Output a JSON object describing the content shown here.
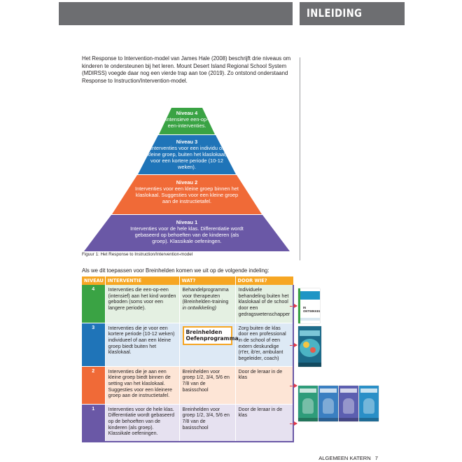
{
  "header": {
    "section_title": "INLEIDING"
  },
  "intro": {
    "paragraph": "Het Response to Intervention-model van James Hale (2008) beschrijft drie niveaus om kinderen te ondersteunen bij het leren. Mount Desert Island Regional School System (MDIRSS) voegde daar nog een vierde trap aan toe (2019). Zo ontstond onderstaand Response to Instruction/Intervention-model."
  },
  "pyramid": {
    "tiers": [
      {
        "level": "Niveau 4",
        "text": "Intensieve een-op-een-interventies."
      },
      {
        "level": "Niveau 3",
        "text": "Interventies voor een individu of kleine groep, buiten het klaslokaal, voor een kortere periode (10-12 weken)."
      },
      {
        "level": "Niveau 2",
        "text": "Interventies voor een kleine groep binnen het klaslokaal. Suggesties voor een kleine groep aan de instructietafel."
      },
      {
        "level": "Niveau 1",
        "text": "Interventies voor de hele klas. Differentiatie wordt gebaseerd op behoeften van de kinderen (als groep). Klassikale oefeningen."
      }
    ],
    "colors": {
      "niveau4": "#3aa344",
      "niveau3": "#1f74b8",
      "niveau2": "#f06a37",
      "niveau1": "#6a58a6"
    },
    "caption": "Figuur 1: Het Response to Instruction/Intervention-model"
  },
  "lead": "Als we dit toepassen voor Breinhelden komen we uit op de volgende indeling:",
  "table": {
    "headers": [
      "NIVEAU",
      "INTERVENTIE",
      "WAT?",
      "DOOR WIE?"
    ],
    "header_color": "#f6a623",
    "rows": [
      {
        "niveau": "4",
        "interventie": "Interventies die een-op-een (intensief) aan het kind worden geboden (soms voor een langere periode).",
        "wat": "Behandelprogramma voor therapeuten (Breinhelden-training",
        "wat_em": "in ontwikkeling)",
        "door_wie": "Individuele behandeling buiten het klaslokaal of de school door een gedragswetenschapper"
      },
      {
        "niveau": "3",
        "interventie": "Interventies die je voor een kortere periode (10-12 weken) individueel of aan een kleine groep biedt buiten het klaslokaal.",
        "wat": "Breinhelden Oefenprogramma",
        "door_wie": "Zorg buiten de klas door een professional in de school of een extern deskundige (rt'er, ib'er, ambulant begeleider, coach)"
      },
      {
        "niveau": "2",
        "interventie": "Interventies die je aan een kleine groep biedt binnen de setting van het klaslokaal. Suggesties voor een kleinere groep aan de instructietafel.",
        "wat": "Breinhelden voor groep 1/2, 3/4, 5/6 en 7/8 van de basisschool",
        "door_wie": "Door de leraar in de klas"
      },
      {
        "niveau": "1",
        "interventie": "Interventies voor de hele klas. Differentiatie wordt gebaseerd op de behoeften van de kinderen (als groep). Klassikale oefeningen.",
        "wat": "Breinhelden voor groep 1/2, 3/4, 5/6 en 7/8 van de basisschool",
        "door_wie": "Door de leraar in de klas"
      }
    ]
  },
  "books": {
    "training_cover_label": "IN ONTWIKKELING"
  },
  "footer": {
    "label": "ALGEMEEN KATERN",
    "page": "7"
  }
}
